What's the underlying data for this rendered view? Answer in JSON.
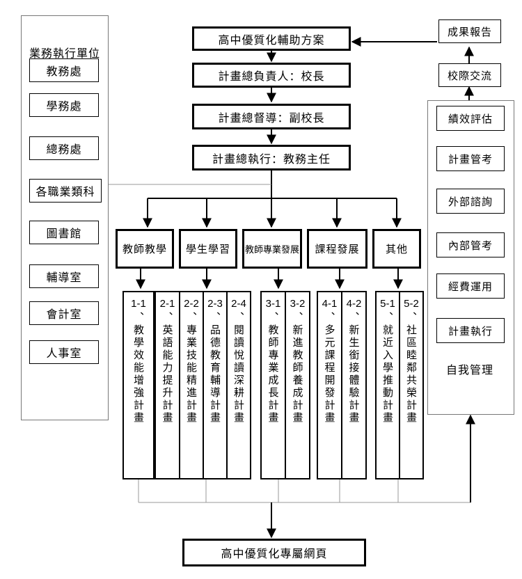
{
  "units_panel": {
    "title": "業務執行單位",
    "units": [
      "教務處",
      "學務處",
      "總務處",
      "各職業類科",
      "圖書館",
      "輔導室",
      "會計室",
      "人事室"
    ]
  },
  "main_chain": {
    "program": "高中優質化輔助方案",
    "leader": "計畫總負責人：校長",
    "supervisor": "計畫總督導：副校長",
    "executor": "計畫總執行：教務主任"
  },
  "categories": [
    "教師教學",
    "學生學習",
    "教師專業發展",
    "課程發展",
    "其他"
  ],
  "plans": [
    {
      "num": "1-1",
      "text": "、教學效能增強計畫"
    },
    {
      "num": "2-1",
      "text": "、英語能力提升計畫"
    },
    {
      "num": "2-2",
      "text": "、專業技能精進計畫"
    },
    {
      "num": "2-3",
      "text": "、品德教育輔導計畫"
    },
    {
      "num": "2-4",
      "text": "、閱讀悅讀深耕計畫"
    },
    {
      "num": "3-1",
      "text": "、教師專業成長計畫"
    },
    {
      "num": "3-2",
      "text": "、新進教師養成計畫"
    },
    {
      "num": "4-1",
      "text": "、多元課程開發計畫"
    },
    {
      "num": "4-2",
      "text": "、新生銜接體驗計畫"
    },
    {
      "num": "5-1",
      "text": "、就近入學推動計畫"
    },
    {
      "num": "5-2",
      "text": "、社區睦鄰共榮計畫"
    }
  ],
  "self_management": {
    "report": "成果報告",
    "exchange": "校際交流",
    "label": "自我管理",
    "steps": [
      "績效評估",
      "計畫管考",
      "外部諮詢",
      "內部管考",
      "經費運用",
      "計畫執行"
    ]
  },
  "website": "高中優質化專屬網頁"
}
